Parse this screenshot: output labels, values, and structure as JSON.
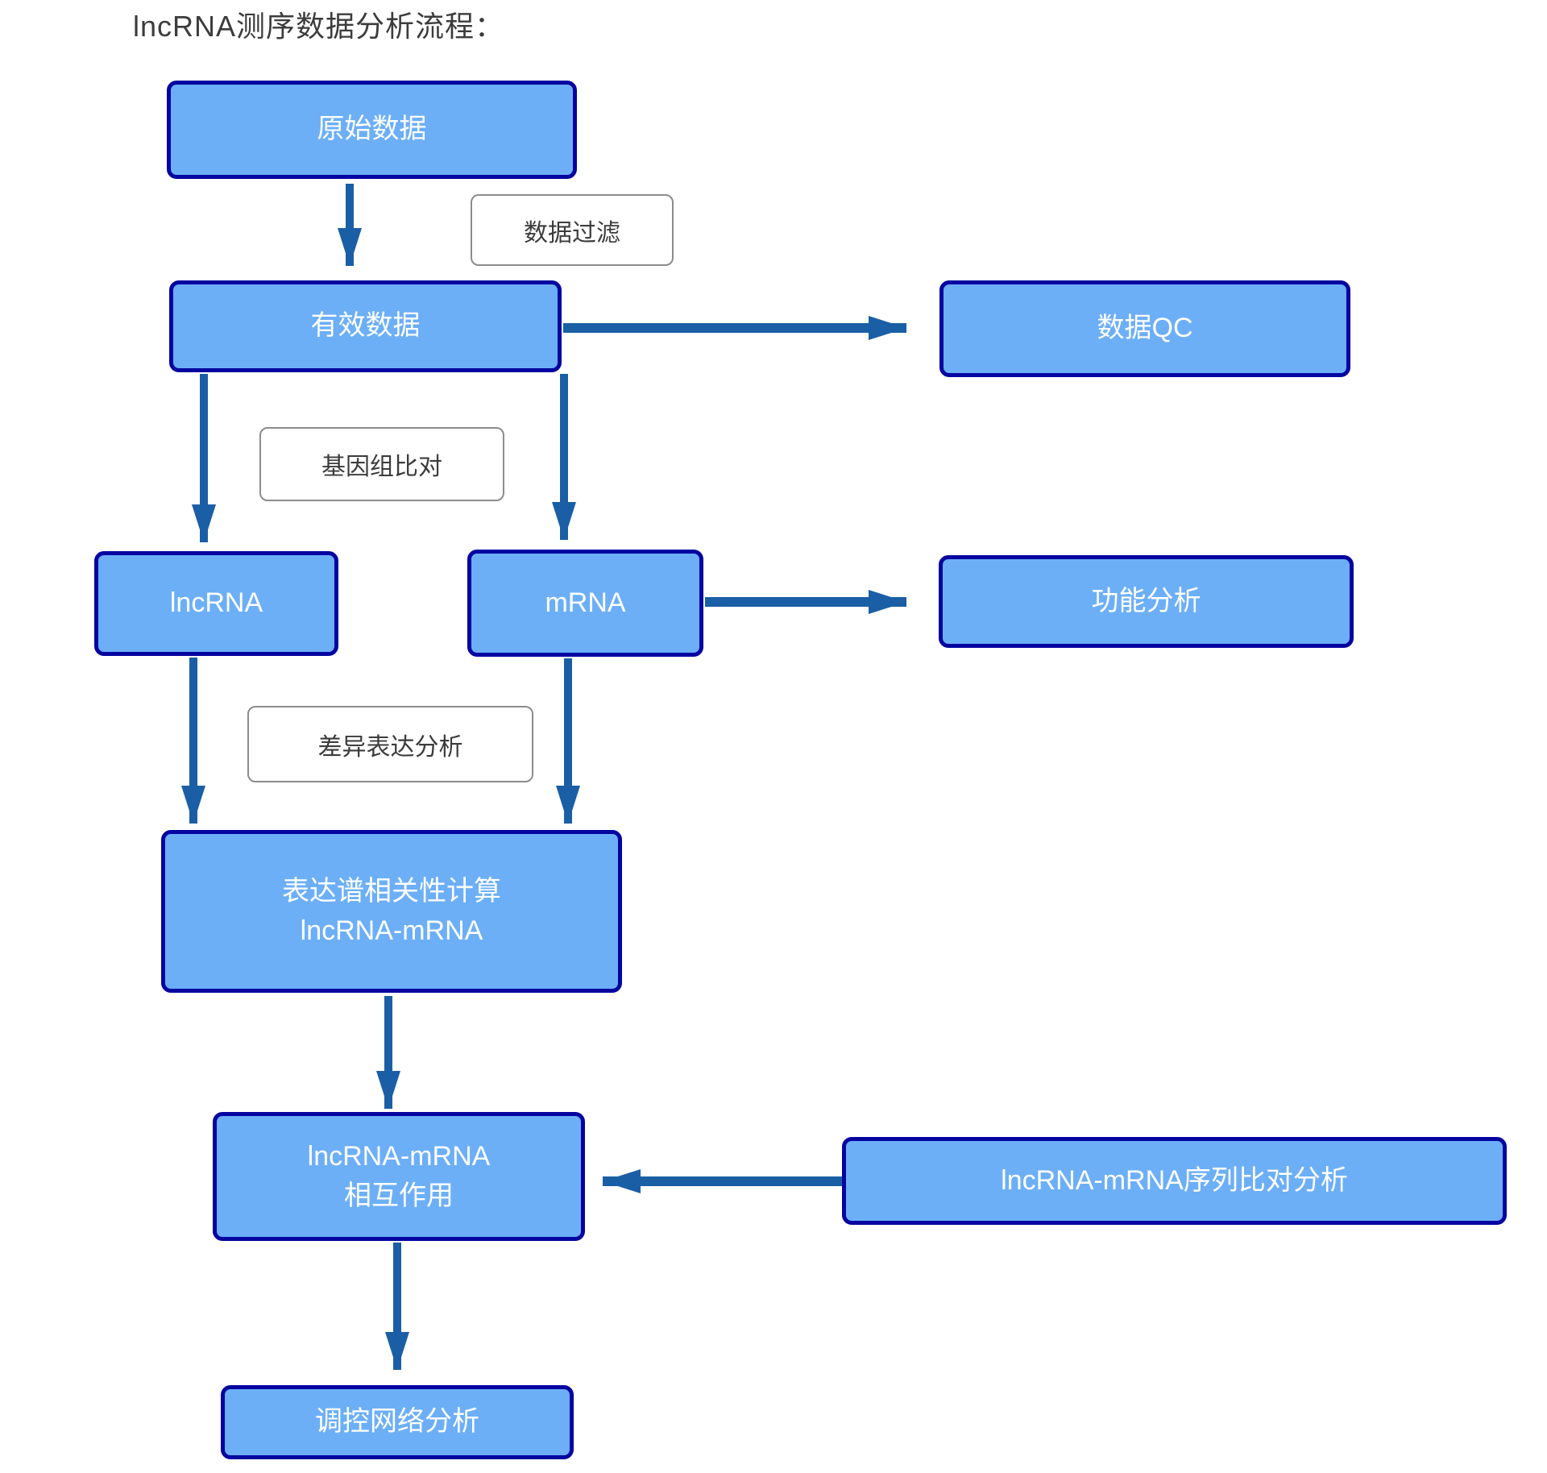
{
  "title": "lncRNA测序数据分析流程：",
  "colors": {
    "background": "#ffffff",
    "title_text": "#3c3c3c",
    "node_fill": "#6caff7",
    "node_border": "#0404a0",
    "node_text": "#ffffff",
    "label_border": "#8c8c8c",
    "label_text": "#3c3c3c",
    "arrow": "#1a5fa5"
  },
  "nodes": {
    "raw_data": {
      "label": "原始数据"
    },
    "valid_data": {
      "label": "有效数据"
    },
    "data_qc": {
      "label": "数据QC"
    },
    "lncrna": {
      "label": "lncRNA"
    },
    "mrna": {
      "label": "mRNA"
    },
    "function_analysis": {
      "label": "功能分析"
    },
    "correlation": {
      "line1": "表达谱相关性计算",
      "line2": "lncRNA-mRNA"
    },
    "interaction": {
      "line1": "lncRNA-mRNA",
      "line2": "相互作用"
    },
    "seq_alignment": {
      "label": "lncRNA-mRNA序列比对分析"
    },
    "network": {
      "label": "调控网络分析"
    }
  },
  "process_labels": {
    "data_filter": "数据过滤",
    "genome_alignment": "基因组比对",
    "diff_expression": "差异表达分析"
  },
  "edges": [
    {
      "from": "raw_data",
      "to": "valid_data",
      "label": "数据过滤"
    },
    {
      "from": "valid_data",
      "to": "data_qc"
    },
    {
      "from": "valid_data",
      "to": "lncrna",
      "label": "基因组比对"
    },
    {
      "from": "valid_data",
      "to": "mrna",
      "label": "基因组比对"
    },
    {
      "from": "mrna",
      "to": "function_analysis"
    },
    {
      "from": "lncrna",
      "to": "correlation",
      "label": "差异表达分析"
    },
    {
      "from": "mrna",
      "to": "correlation",
      "label": "差异表达分析"
    },
    {
      "from": "correlation",
      "to": "interaction"
    },
    {
      "from": "seq_alignment",
      "to": "interaction"
    },
    {
      "from": "interaction",
      "to": "network"
    }
  ]
}
